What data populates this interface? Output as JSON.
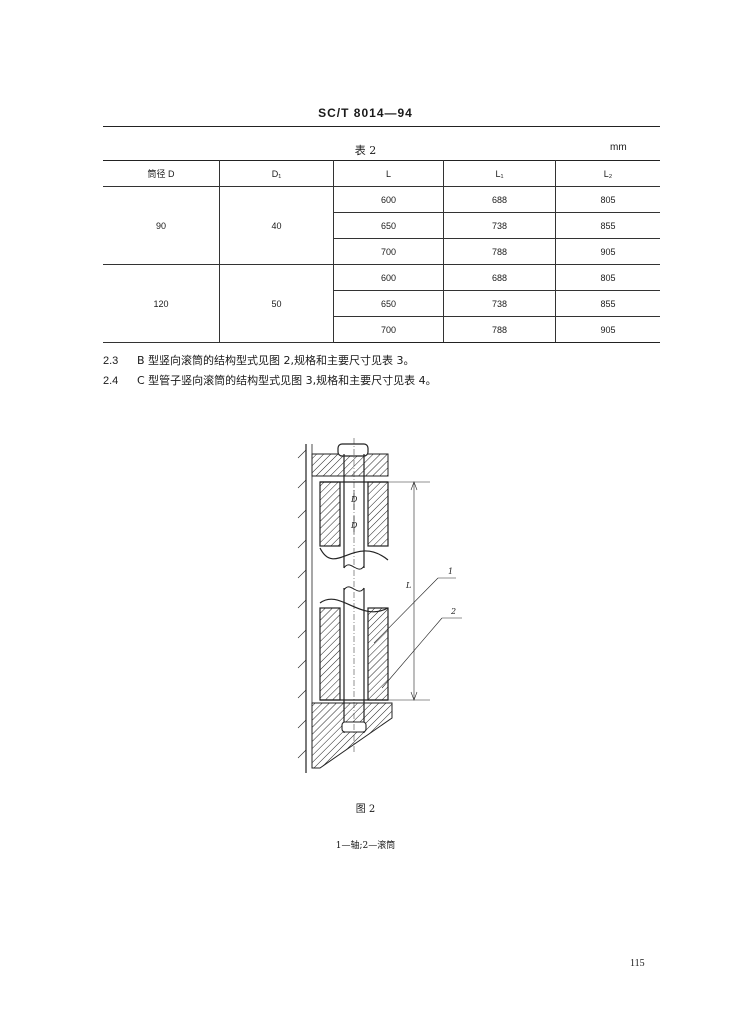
{
  "header": {
    "code": "SC/T 8014—94"
  },
  "table": {
    "title": "表 2",
    "unit": "mm",
    "headers": [
      "筒径 D",
      "D₁",
      "L",
      "L₁",
      "L₂"
    ],
    "groups": [
      {
        "D": "90",
        "D1": "40",
        "rows": [
          [
            "600",
            "688",
            "805"
          ],
          [
            "650",
            "738",
            "855"
          ],
          [
            "700",
            "788",
            "905"
          ]
        ]
      },
      {
        "D": "120",
        "D1": "50",
        "rows": [
          [
            "600",
            "688",
            "805"
          ],
          [
            "650",
            "738",
            "855"
          ],
          [
            "700",
            "788",
            "905"
          ]
        ]
      }
    ]
  },
  "clauses": [
    {
      "num": "2.3",
      "text": "B 型竖向滚筒的结构型式见图 2,规格和主要尺寸见表 3。"
    },
    {
      "num": "2.4",
      "text": "C 型管子竖向滚筒的结构型式见图 3,规格和主要尺寸见表 4。"
    }
  ],
  "figure": {
    "dim_labels": {
      "d1": "D",
      "d2": "D",
      "length": "L",
      "callout1": "1",
      "callout2": "2"
    },
    "caption": "图 2",
    "legend": "1—轴;2—滚筒"
  },
  "page_number": "115"
}
